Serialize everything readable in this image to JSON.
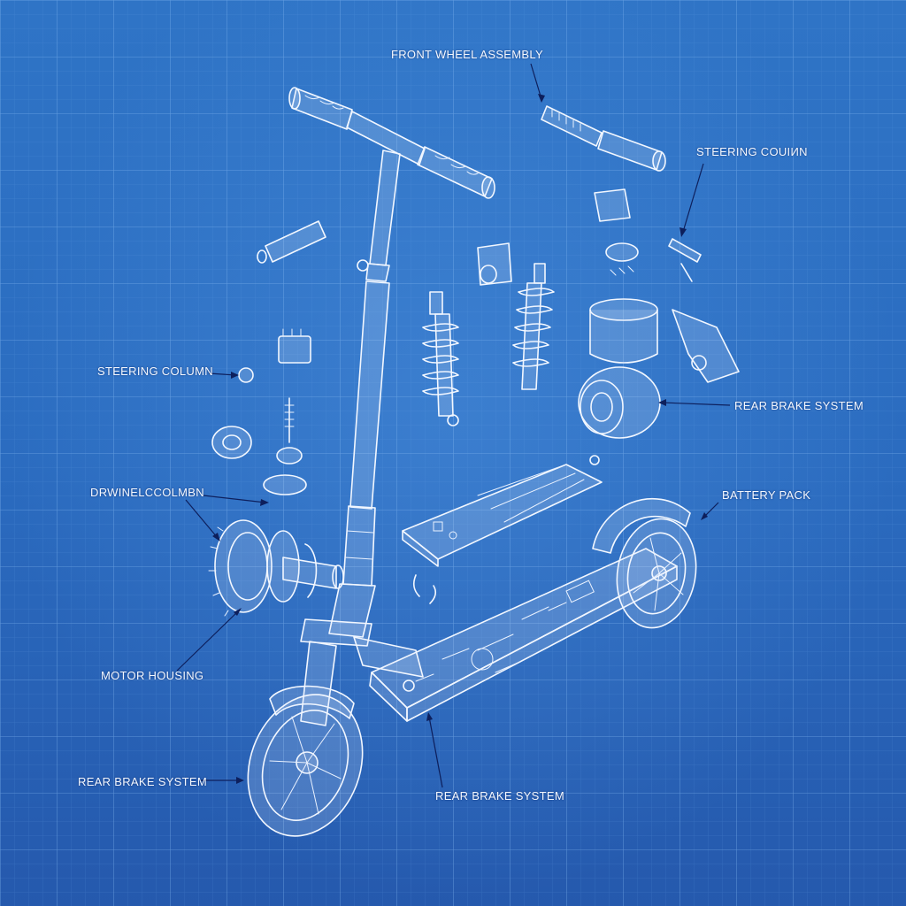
{
  "diagram": {
    "background_color": "#2b6cc0",
    "line_color": "#f2f7ff",
    "grid_color": "#6aa6e8",
    "labels": {
      "front_wheel_assembly": "FRONT WHEEL ASSEMBLY",
      "steering_column_top": "STEERING COUIИN",
      "steering_column_left": "STEERING COLUMN",
      "rear_brake_system_right": "REAR BRAKE SYSTEM",
      "drivewheel_column": "DRWINELCCOLMBN",
      "battery_pack": "BATTERY PACK",
      "motor_housing": "MOTOR HOUSING",
      "rear_brake_system_left": "REAR BRAKE SYSTEM",
      "rear_brake_system_bottom": "REAR BRAKE SYSTEM"
    }
  }
}
